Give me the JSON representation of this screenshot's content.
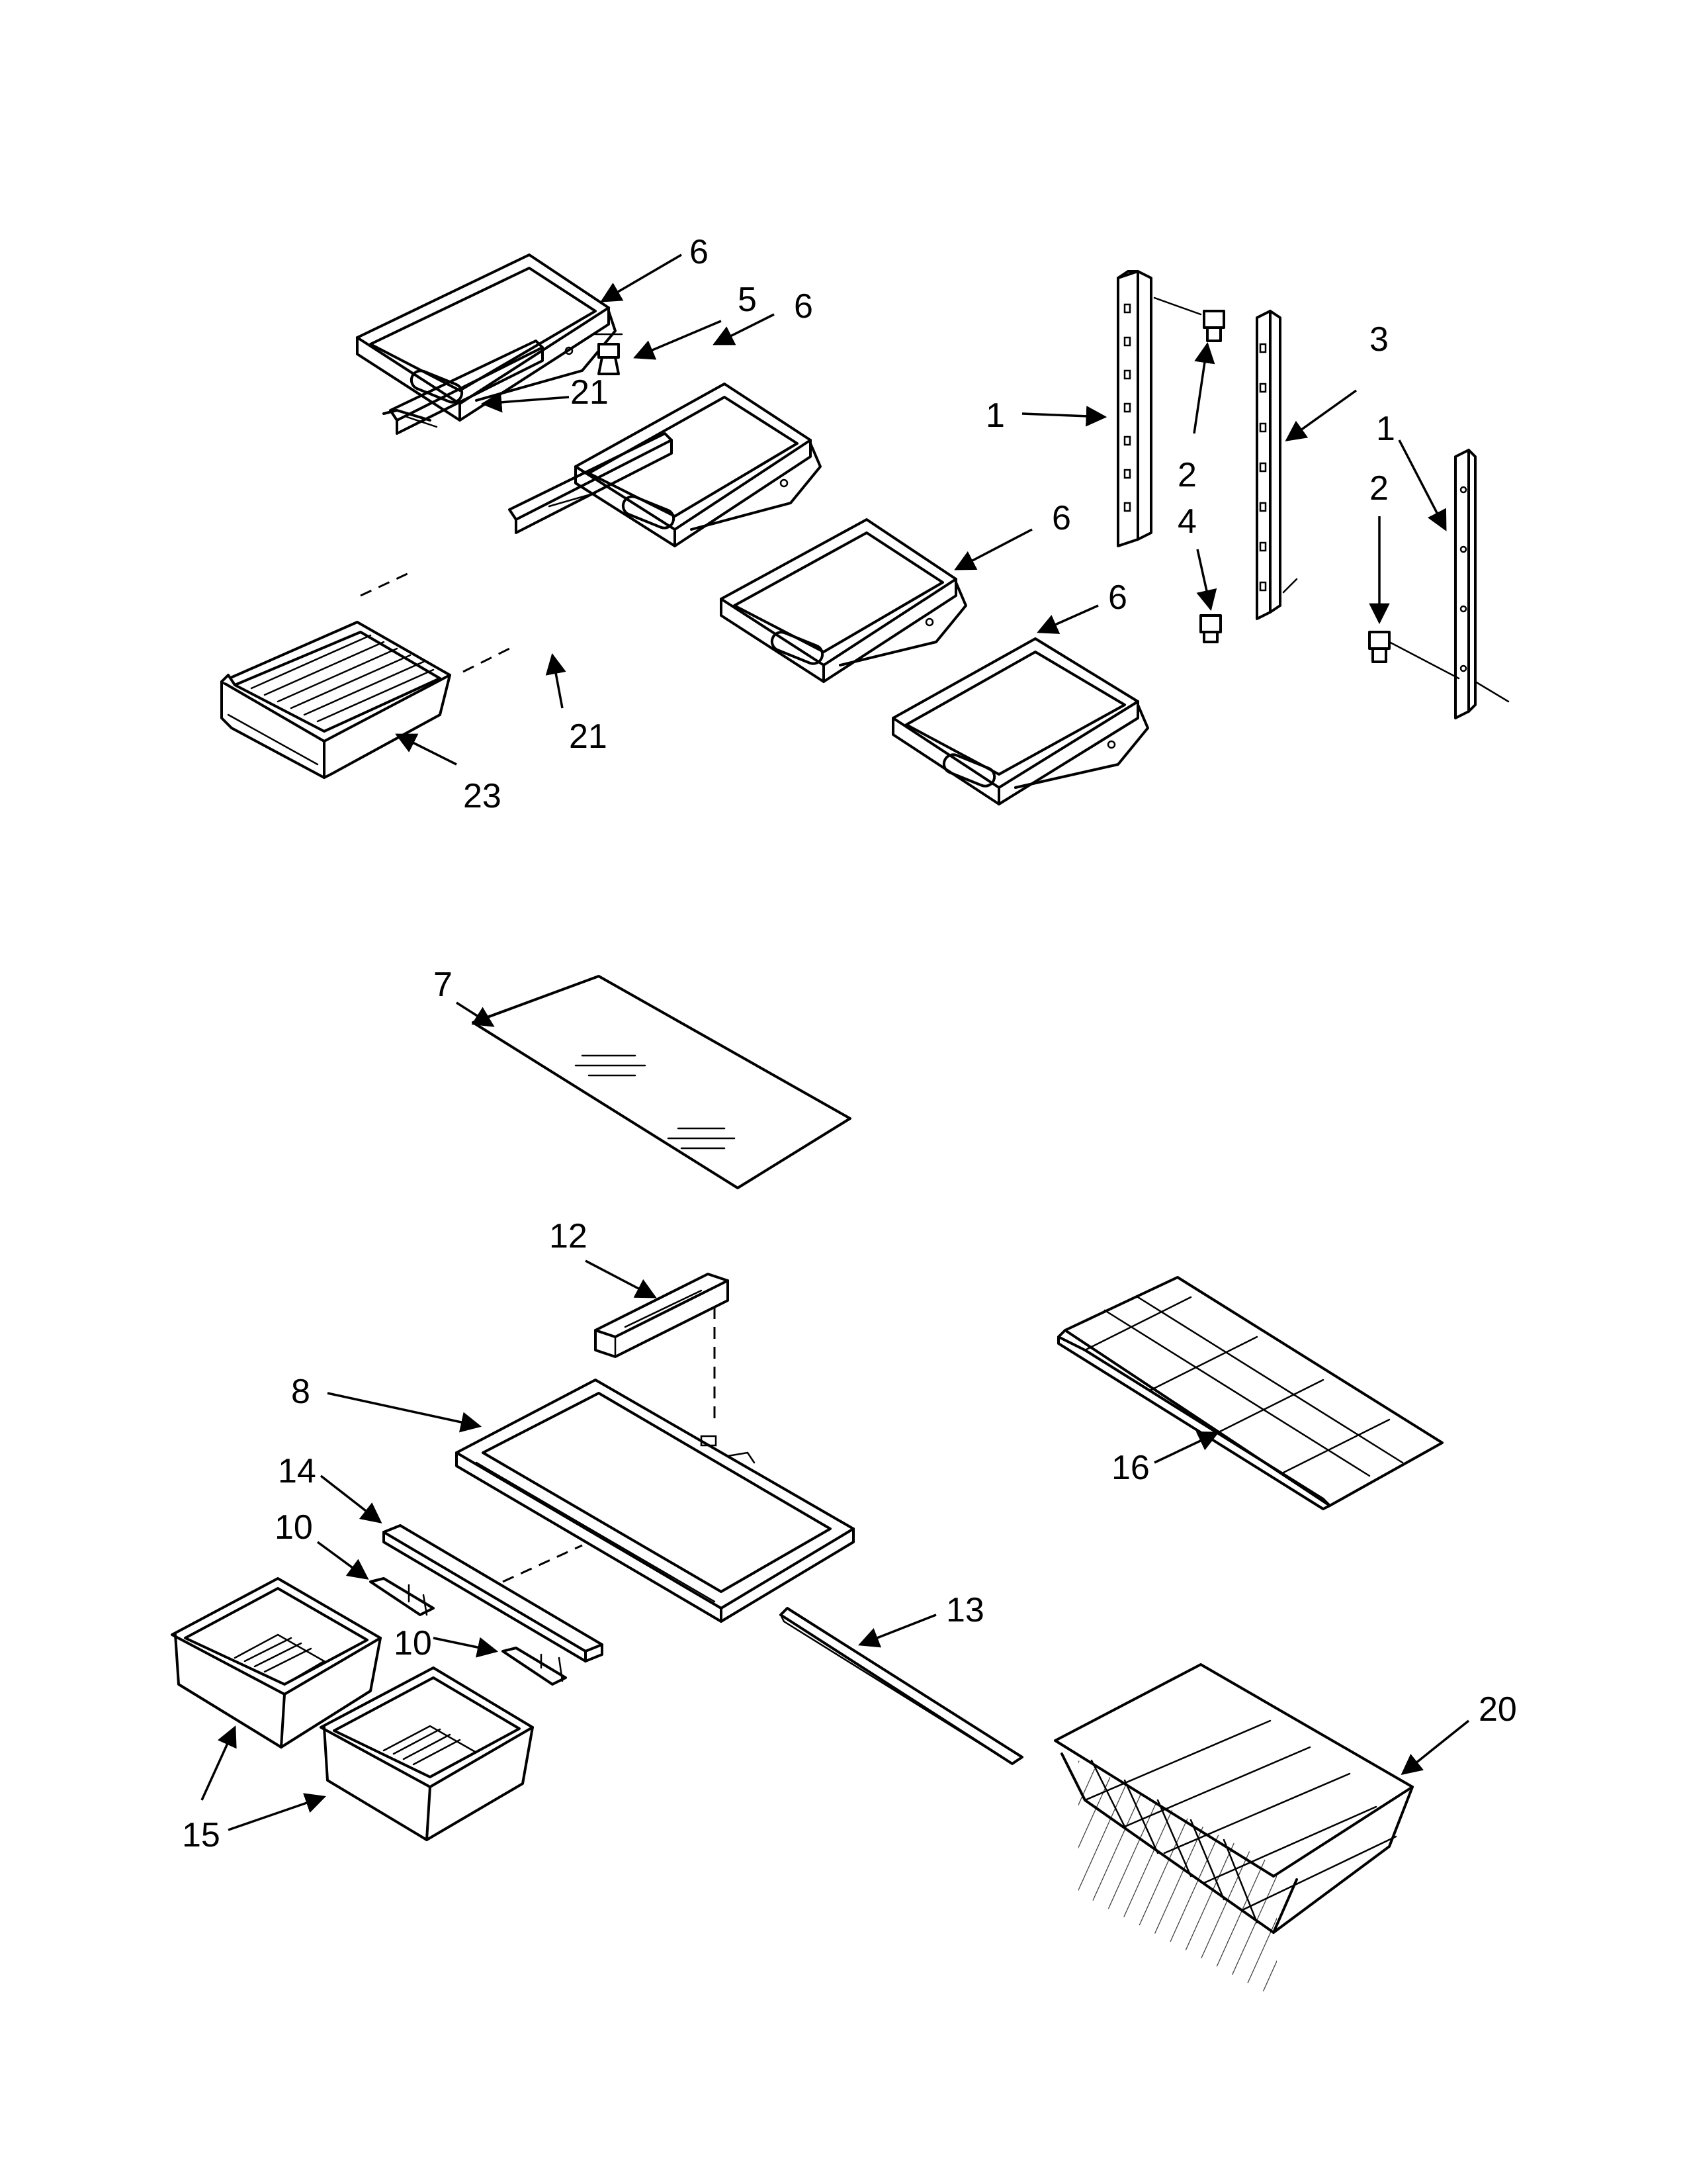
{
  "callouts": {
    "c6a": "6",
    "c5": "5",
    "c6b": "6",
    "c6c": "6",
    "c6d": "6",
    "c21a": "21",
    "c21b": "21",
    "c23": "23",
    "c1a": "1",
    "c2a": "2",
    "c4": "4",
    "c3": "3",
    "c1b": "1",
    "c2b": "2",
    "c7": "7",
    "c12": "12",
    "c8": "8",
    "c14": "14",
    "c10a": "10",
    "c10b": "10",
    "c13": "13",
    "c15": "15",
    "c16": "16",
    "c20": "20"
  },
  "colors": {
    "line": "#000000",
    "background": "#ffffff"
  }
}
